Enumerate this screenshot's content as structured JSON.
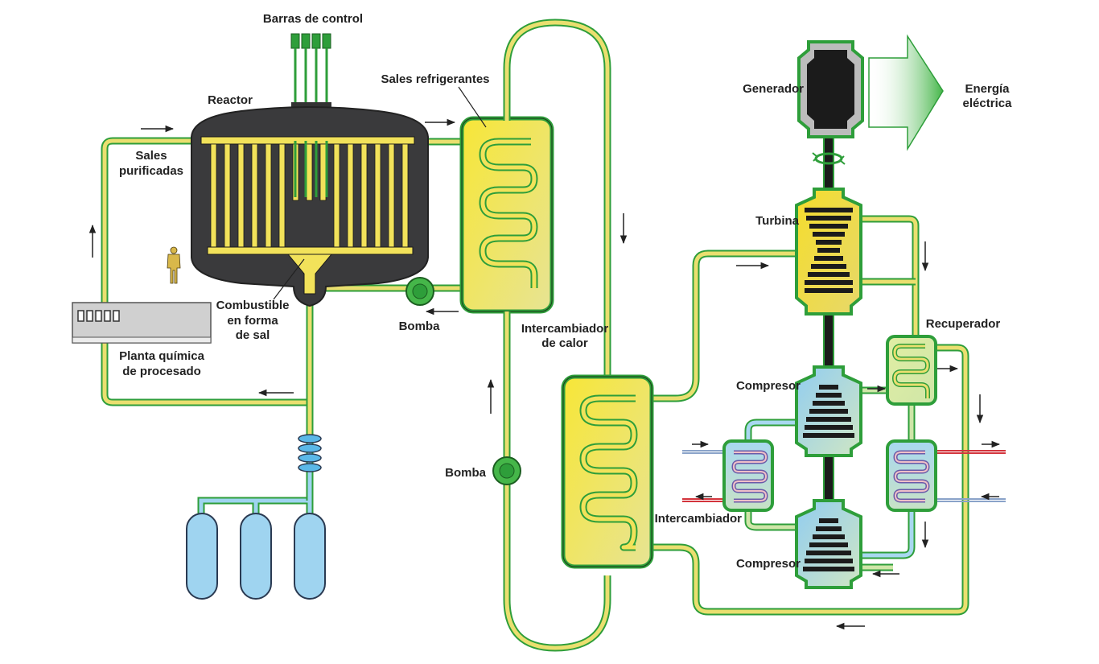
{
  "labels": {
    "control_rods": "Barras de control",
    "reactor": "Reactor",
    "coolant_salts": "Sales refrigerantes",
    "purified_salts_1": "Sales",
    "purified_salts_2": "purificadas",
    "fuel_salt_1": "Combustible",
    "fuel_salt_2": "en forma",
    "fuel_salt_3": "de sal",
    "chem_plant_1": "Planta química",
    "chem_plant_2": "de procesado",
    "pump_1": "Bomba",
    "heat_exchanger_1": "Intercambiador",
    "heat_exchanger_2": "de calor",
    "pump_2": "Bomba",
    "generator": "Generador",
    "energy_1": "Energía",
    "energy_2": "eléctrica",
    "turbine": "Turbina",
    "recuperator": "Recuperador",
    "compressor_1": "Compresor",
    "intercooler": "Intercambiador",
    "compressor_2": "Compresor"
  },
  "colors": {
    "yellow_fill": "#f2e25a",
    "pipe_green": "#2e9e3a",
    "reactor_dark": "#3a3a3c",
    "blue_fill": "#9fd4f0",
    "hot_red": "#d3343c",
    "arrow_green": "#45b649"
  }
}
